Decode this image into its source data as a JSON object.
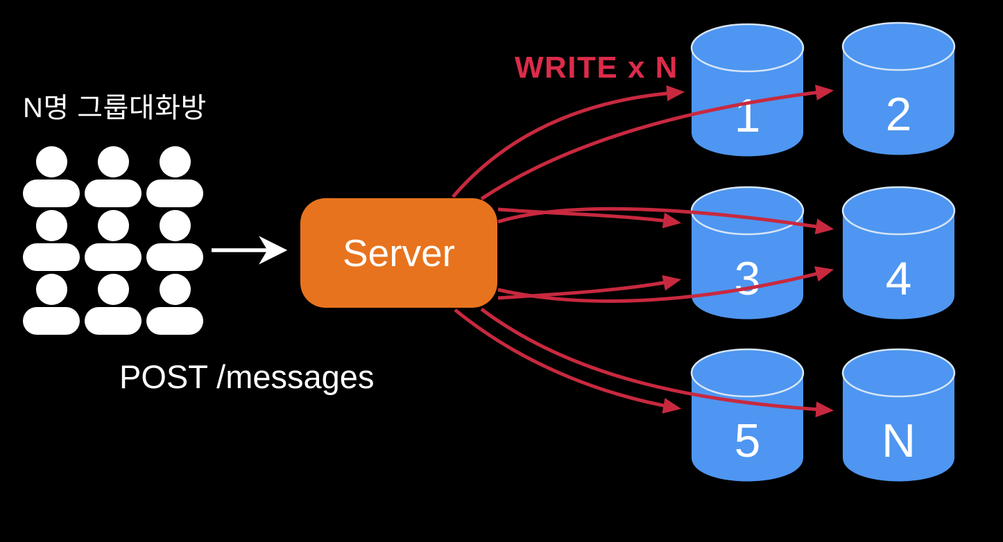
{
  "background": "#000000",
  "colors": {
    "server_orange": "#E8731E",
    "arrow_red": "#C8293F",
    "write_red": "#DC2C4A",
    "db_blue": "#4E96F1",
    "db_top_stroke": "#D6E5F6",
    "text_white": "#FFFFFF"
  },
  "users_group": {
    "label": "N명 그룹대화방",
    "request_label": "POST /messages",
    "rows": 3,
    "cols": 3,
    "icon": "person-icon"
  },
  "server": {
    "label": "Server"
  },
  "write_annotation": {
    "label": "WRITE x N"
  },
  "databases": [
    {
      "label": "1"
    },
    {
      "label": "2"
    },
    {
      "label": "3"
    },
    {
      "label": "4"
    },
    {
      "label": "5"
    },
    {
      "label": "N"
    }
  ],
  "arrows": {
    "request": {
      "from": "users-group",
      "to": "server",
      "color": "#FFFFFF"
    },
    "writes": {
      "from": "server",
      "targets": [
        "1",
        "2",
        "3",
        "4",
        "5",
        "N"
      ],
      "color": "#C8293F"
    }
  }
}
